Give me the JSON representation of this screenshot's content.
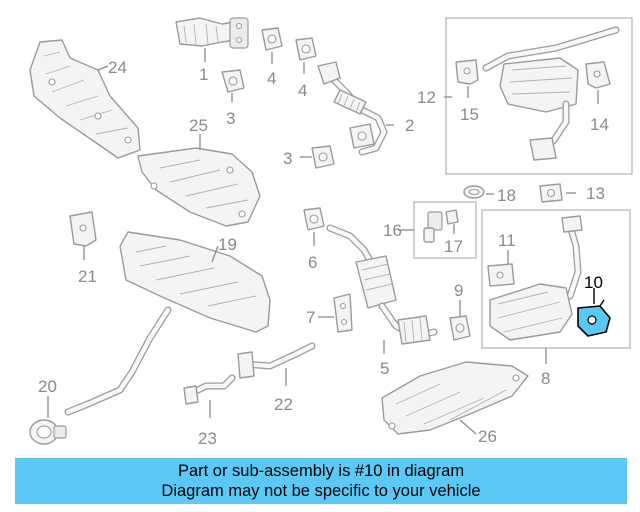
{
  "diagram": {
    "highlight_color": "#5bc8f5",
    "callouts": {
      "c1": "1",
      "c2": "2",
      "c3a": "3",
      "c3b": "3",
      "c4a": "4",
      "c4b": "4",
      "c5": "5",
      "c6": "6",
      "c7": "7",
      "c8": "8",
      "c9": "9",
      "c10": "10",
      "c11": "11",
      "c12": "12",
      "c13": "13",
      "c14": "14",
      "c15": "15",
      "c16": "16",
      "c17": "17",
      "c18": "18",
      "c19": "19",
      "c20": "20",
      "c21": "21",
      "c22": "22",
      "c23": "23",
      "c24": "24",
      "c25": "25",
      "c26": "26"
    },
    "highlighted_part": "10"
  },
  "banner": {
    "line1": "Part or sub-assembly is #10 in diagram",
    "line2": "Diagram may not be specific to your vehicle"
  }
}
